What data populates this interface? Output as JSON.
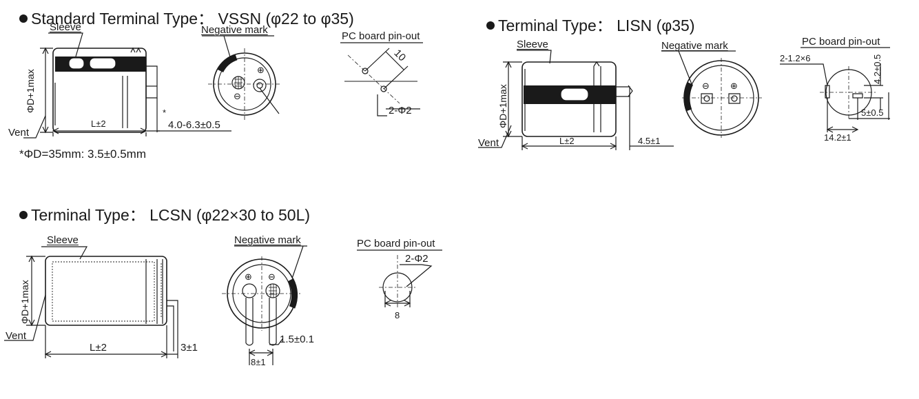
{
  "sections": {
    "vssn": {
      "title": "Standard Terminal Type： VSSN (φ22 to φ35)",
      "sleeve": "Sleeve",
      "negative_mark": "Negative mark",
      "pcb": "PC board pin-out",
      "height_dim": "ΦD+1max",
      "length_dim": "L±2",
      "terminal_dim": "4.0-6.3±0.5",
      "asterisk": "*",
      "vent": "Vent",
      "pitch": "10",
      "hole": "2-Φ2",
      "note": "*ΦD=35mm: 3.5±0.5mm",
      "plus": "⊕",
      "minus": "⊖"
    },
    "lisn": {
      "title": "Terminal Type： LISN (φ35)",
      "sleeve": "Sleeve",
      "negative_mark": "Negative mark",
      "pcb": "PC board pin-out",
      "height_dim": "ΦD+1max",
      "length_dim": "L±2",
      "terminal_dim": "4.5±1",
      "vent": "Vent",
      "slot": "2-1.2×6",
      "slot_len": "4.2±0.5",
      "offset": "5±0.5",
      "pitch": "14.2±1",
      "plus": "⊕",
      "minus": "⊖"
    },
    "lcsn": {
      "title": "Terminal Type： LCSN (φ22×30 to 50L)",
      "sleeve": "Sleeve",
      "negative_mark": "Negative mark",
      "pcb": "PC board pin-out",
      "height_dim": "ΦD+1max",
      "length_dim": "L±2",
      "terminal_dim": "3±1",
      "vent": "Vent",
      "lead_dia": "1.5±0.1",
      "lead_pitch": "8±1",
      "hole": "2-Φ2",
      "pitch": "8",
      "plus": "⊕",
      "minus": "⊖"
    }
  }
}
